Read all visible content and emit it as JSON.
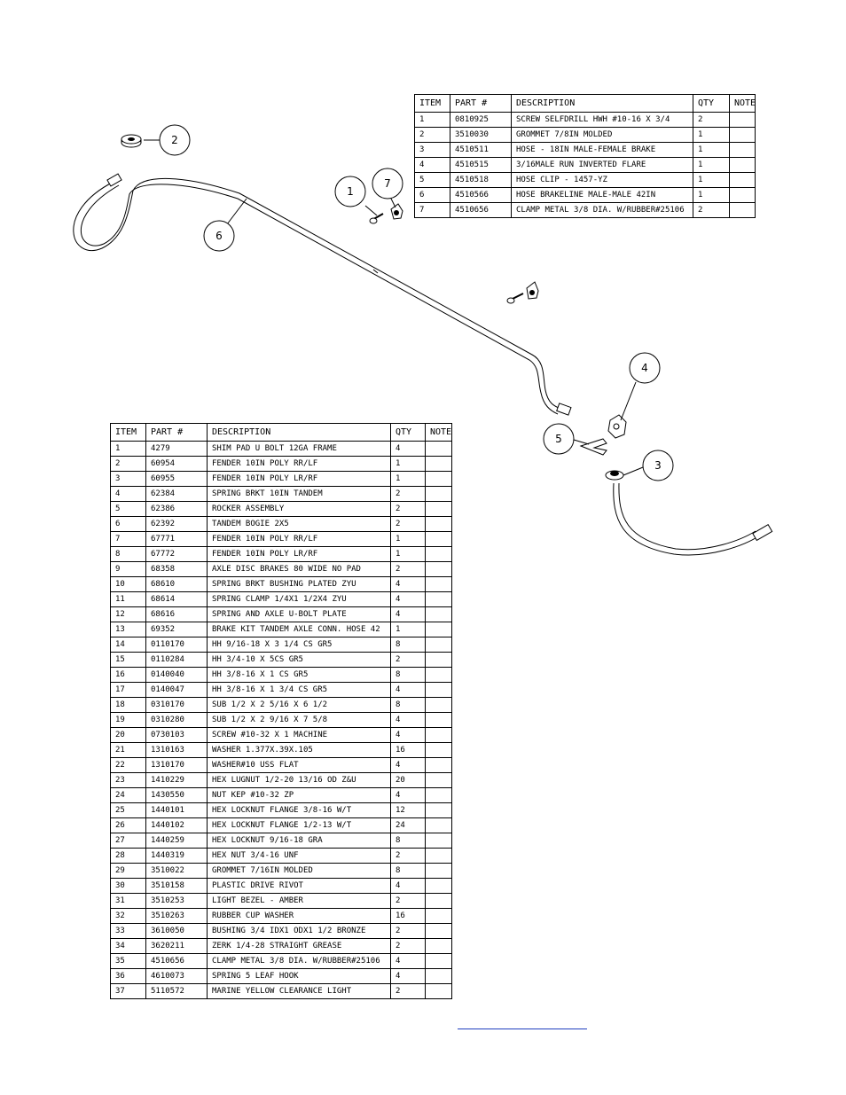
{
  "top_table": {
    "headers": [
      "ITEM",
      "PART #",
      "DESCRIPTION",
      "QTY",
      "NOTE"
    ],
    "rows": [
      [
        "1",
        "0810925",
        "SCREW SELFDRILL HWH #10-16 X 3/4",
        "2",
        ""
      ],
      [
        "2",
        "3510030",
        "GROMMET 7/8IN MOLDED",
        "1",
        ""
      ],
      [
        "3",
        "4510511",
        "HOSE - 18IN MALE-FEMALE BRAKE",
        "1",
        ""
      ],
      [
        "4",
        "4510515",
        "3/16MALE RUN INVERTED FLARE",
        "1",
        ""
      ],
      [
        "5",
        "4510518",
        "HOSE CLIP - 1457-YZ",
        "1",
        ""
      ],
      [
        "6",
        "4510566",
        "HOSE BRAKELINE MALE-MALE 42IN",
        "1",
        ""
      ],
      [
        "7",
        "4510656",
        "CLAMP METAL 3/8 DIA. W/RUBBER#25106",
        "2",
        ""
      ]
    ]
  },
  "bottom_table": {
    "headers": [
      "ITEM",
      "PART #",
      "DESCRIPTION",
      "QTY",
      "NOTE"
    ],
    "rows": [
      [
        "1",
        "4279",
        "SHIM PAD U BOLT 12GA FRAME",
        "4",
        ""
      ],
      [
        "2",
        "60954",
        "FENDER 10IN POLY RR/LF",
        "1",
        ""
      ],
      [
        "3",
        "60955",
        "FENDER 10IN POLY LR/RF",
        "1",
        ""
      ],
      [
        "4",
        "62384",
        "SPRING BRKT 10IN TANDEM",
        "2",
        ""
      ],
      [
        "5",
        "62386",
        "ROCKER ASSEMBLY",
        "2",
        ""
      ],
      [
        "6",
        "62392",
        "TANDEM BOGIE 2X5",
        "2",
        ""
      ],
      [
        "7",
        "67771",
        "FENDER 10IN POLY RR/LF",
        "1",
        ""
      ],
      [
        "8",
        "67772",
        "FENDER 10IN POLY LR/RF",
        "1",
        ""
      ],
      [
        "9",
        "68358",
        "AXLE DISC BRAKES 80 WIDE NO PAD",
        "2",
        ""
      ],
      [
        "10",
        "68610",
        "SPRING BRKT BUSHING PLATED ZYU",
        "4",
        ""
      ],
      [
        "11",
        "68614",
        "SPRING CLAMP 1/4X1 1/2X4 ZYU",
        "4",
        ""
      ],
      [
        "12",
        "68616",
        "SPRING AND AXLE U-BOLT PLATE",
        "4",
        ""
      ],
      [
        "13",
        "69352",
        "BRAKE KIT TANDEM AXLE CONN. HOSE 42",
        "1",
        ""
      ],
      [
        "14",
        "0110170",
        "HH 9/16-18 X 3 1/4 CS GR5",
        "8",
        ""
      ],
      [
        "15",
        "0110284",
        "HH 3/4-10 X 5CS GR5",
        "2",
        ""
      ],
      [
        "16",
        "0140040",
        "HH 3/8-16 X 1 CS GR5",
        "8",
        ""
      ],
      [
        "17",
        "0140047",
        "HH 3/8-16 X 1 3/4 CS GR5",
        "4",
        ""
      ],
      [
        "18",
        "0310170",
        "SUB 1/2 X 2 5/16 X 6 1/2",
        "8",
        ""
      ],
      [
        "19",
        "0310280",
        "SUB 1/2 X 2 9/16 X 7 5/8",
        "4",
        ""
      ],
      [
        "20",
        "0730103",
        "SCREW #10-32 X 1 MACHINE",
        "4",
        ""
      ],
      [
        "21",
        "1310163",
        "WASHER 1.377X.39X.105",
        "16",
        ""
      ],
      [
        "22",
        "1310170",
        "WASHER#10 USS FLAT",
        "4",
        ""
      ],
      [
        "23",
        "1410229",
        "HEX LUGNUT 1/2-20 13/16 OD Z&U",
        "20",
        ""
      ],
      [
        "24",
        "1430550",
        "NUT KEP #10-32 ZP",
        "4",
        ""
      ],
      [
        "25",
        "1440101",
        "HEX LOCKNUT FLANGE 3/8-16 W/T",
        "12",
        ""
      ],
      [
        "26",
        "1440102",
        "HEX LOCKNUT FLANGE 1/2-13 W/T",
        "24",
        ""
      ],
      [
        "27",
        "1440259",
        "HEX LOCKNUT 9/16-18 GRA",
        "8",
        ""
      ],
      [
        "28",
        "1440319",
        "HEX NUT 3/4-16 UNF",
        "2",
        ""
      ],
      [
        "29",
        "3510022",
        "GROMMET 7/16IN MOLDED",
        "8",
        ""
      ],
      [
        "30",
        "3510158",
        "PLASTIC DRIVE RIVOT",
        "4",
        ""
      ],
      [
        "31",
        "3510253",
        "LIGHT BEZEL - AMBER",
        "2",
        ""
      ],
      [
        "32",
        "3510263",
        "RUBBER CUP WASHER",
        "16",
        ""
      ],
      [
        "33",
        "3610050",
        "BUSHING 3/4 IDX1 ODX1 1/2 BRONZE",
        "2",
        ""
      ],
      [
        "34",
        "3620211",
        "ZERK 1/4-28 STRAIGHT GREASE",
        "2",
        ""
      ],
      [
        "35",
        "4510656",
        "CLAMP METAL 3/8 DIA. W/RUBBER#25106",
        "4",
        ""
      ],
      [
        "36",
        "4610073",
        "SPRING 5 LEAF HOOK",
        "4",
        ""
      ],
      [
        "37",
        "5110572",
        "MARINE YELLOW CLEARANCE LIGHT",
        "2",
        ""
      ]
    ]
  },
  "callouts": [
    "1",
    "2",
    "3",
    "4",
    "5",
    "6",
    "7"
  ]
}
